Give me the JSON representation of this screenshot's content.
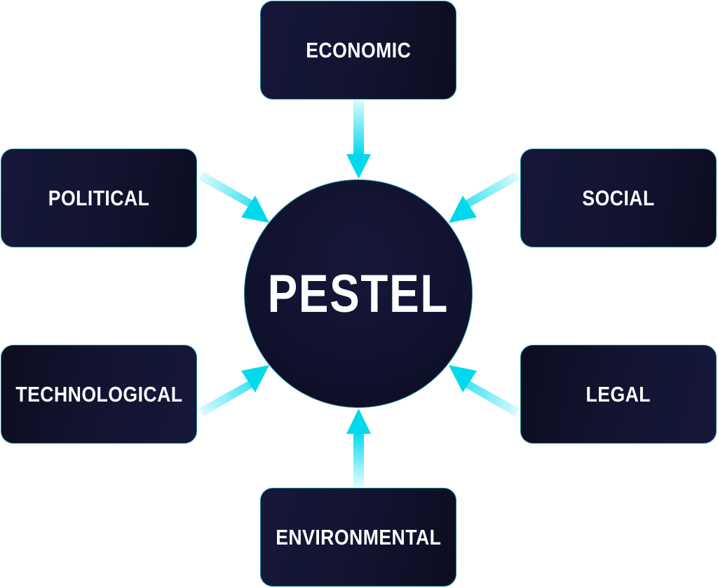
{
  "diagram": {
    "center": {
      "label": "PESTEL"
    },
    "nodes": [
      {
        "id": "economic",
        "label": "ECONOMIC",
        "position": "top"
      },
      {
        "id": "political",
        "label": "POLITICAL",
        "position": "upper-left"
      },
      {
        "id": "social",
        "label": "SOCIAL",
        "position": "upper-right"
      },
      {
        "id": "technological",
        "label": "TECHNOLOGICAL",
        "position": "lower-left"
      },
      {
        "id": "legal",
        "label": "LEGAL",
        "position": "lower-right"
      },
      {
        "id": "environmental",
        "label": "ENVIRONMENTAL",
        "position": "bottom"
      }
    ],
    "edges": [
      {
        "from": "economic",
        "to": "center"
      },
      {
        "from": "political",
        "to": "center"
      },
      {
        "from": "social",
        "to": "center"
      },
      {
        "from": "technological",
        "to": "center"
      },
      {
        "from": "legal",
        "to": "center"
      },
      {
        "from": "environmental",
        "to": "center"
      }
    ]
  },
  "colors": {
    "node_fill": "#121430",
    "node_border": "#1a8a9c",
    "arrow": "#00d8ec",
    "text": "#ffffff",
    "background": "#ffffff"
  }
}
